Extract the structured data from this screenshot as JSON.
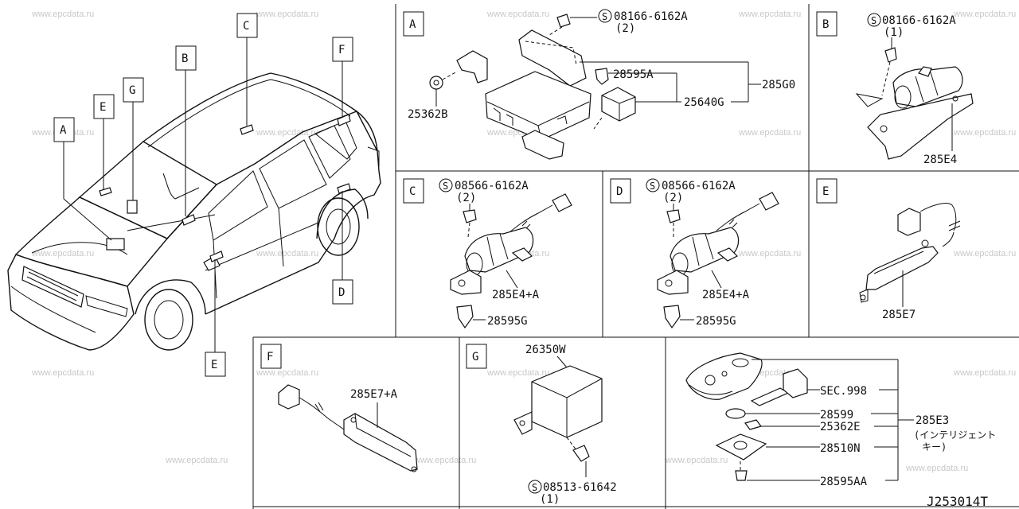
{
  "watermark": "www.epcdata.ru",
  "car_labels": {
    "a": "A",
    "b": "B",
    "c": "C",
    "d": "D",
    "e1": "E",
    "e2": "E",
    "f": "F",
    "g": "G"
  },
  "panels": {
    "a": {
      "letter": "A",
      "p1": "08166-6162A",
      "p1q": "(2)",
      "p2": "28595A",
      "p3": "25362B",
      "p4": "25640G",
      "p5": "285G0"
    },
    "b": {
      "letter": "B",
      "p1": "08166-6162A",
      "p1q": "(1)",
      "p2": "285E4"
    },
    "c": {
      "letter": "C",
      "p1": "08566-6162A",
      "p1q": "(2)",
      "p2": "285E4+A",
      "p3": "28595G"
    },
    "d": {
      "letter": "D",
      "p1": "08566-6162A",
      "p1q": "(2)",
      "p2": "285E4+A",
      "p3": "28595G"
    },
    "e": {
      "letter": "E",
      "p1": "285E7"
    },
    "f": {
      "letter": "F",
      "p1": "285E7+A"
    },
    "g": {
      "letter": "G",
      "p1": "26350W",
      "p2": "08513-61642",
      "p2q": "(1)"
    },
    "h": {
      "p1": "SEC.998",
      "p2": "28599",
      "p3": "25362E",
      "p4": "28510N",
      "p5": "28595AA",
      "p6": "285E3",
      "p6a": "(インテリジェント",
      "p6b": "キー)"
    }
  },
  "screw_symbol": "S",
  "diagram_code": "J253014T"
}
